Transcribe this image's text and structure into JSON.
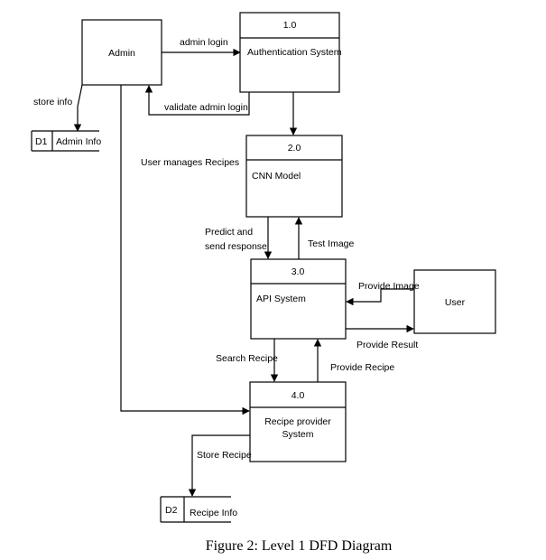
{
  "external_entities": {
    "admin": "Admin",
    "user": "User"
  },
  "processes": [
    {
      "number": "1.0",
      "name": "Authentication System"
    },
    {
      "number": "2.0",
      "name": "CNN Model"
    },
    {
      "number": "3.0",
      "name": "API System"
    },
    {
      "number": "4.0",
      "name": "Recipe provider",
      "name_line2": "System"
    }
  ],
  "data_stores": [
    {
      "id": "D1",
      "name": "Admin Info"
    },
    {
      "id": "D2",
      "name": "Recipe Info"
    }
  ],
  "flows": {
    "admin_login": "admin login",
    "validate_admin_login": "validate admin login",
    "store_info": "store info",
    "user_manages_recipes": "User manages Recipes",
    "predict_line1": "Predict and",
    "predict_line2": "send response",
    "test_image": "Test Image",
    "provide_image": "Provide Image",
    "provide_result": "Provide Result",
    "search_recipe": "Search Recipe",
    "provide_recipe": "Provide Recipe",
    "store_recipe": "Store Recipe"
  },
  "caption": "Figure 2: Level 1 DFD Diagram"
}
